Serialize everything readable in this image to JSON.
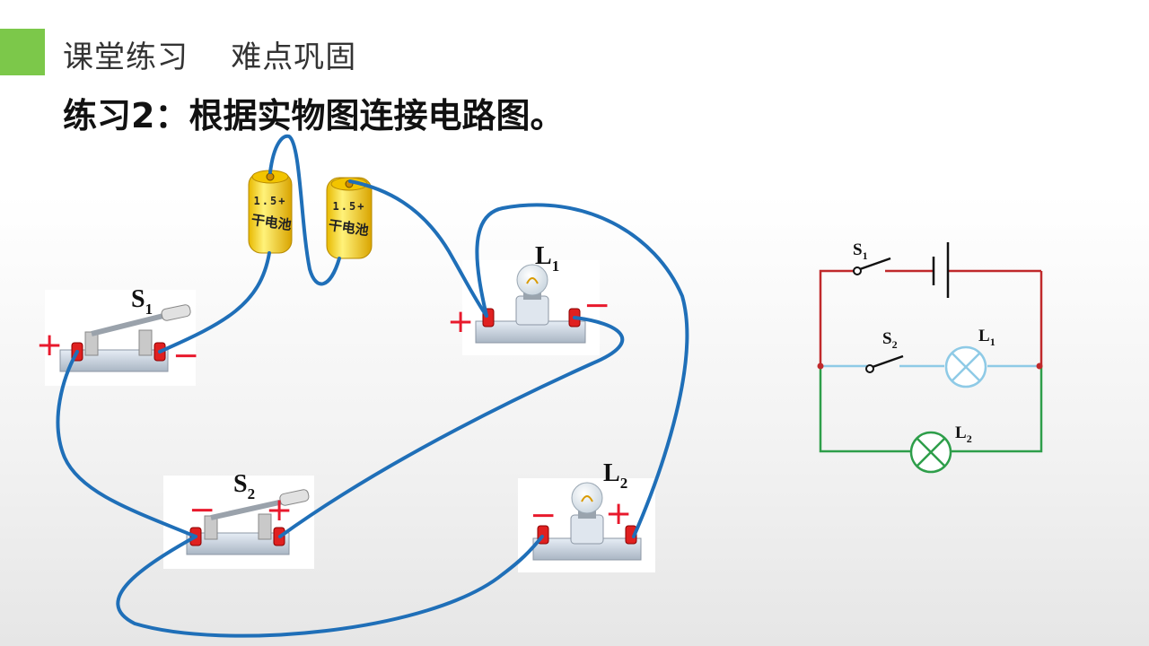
{
  "header": {
    "section_title": "课堂练习    难点巩固",
    "exercise_title": "练习2：根据实物图连接电路图。"
  },
  "physical_diagram": {
    "batteries": [
      {
        "top_text": "1.5+",
        "body_text": "干电池"
      },
      {
        "top_text": "1.5+",
        "body_text": "干电池"
      }
    ],
    "switch_s1": {
      "letter": "S",
      "sub": "1",
      "plus": "+",
      "minus": "−"
    },
    "switch_s2": {
      "letter": "S",
      "sub": "2",
      "plus": "+",
      "minus": "−"
    },
    "lamp_l1": {
      "letter": "L",
      "sub": "1",
      "plus": "+",
      "minus": "−"
    },
    "lamp_l2": {
      "letter": "L",
      "sub": "2",
      "plus": "+",
      "minus": "−"
    }
  },
  "schematic": {
    "s1": {
      "letter": "S",
      "sub": "1"
    },
    "s2": {
      "letter": "S",
      "sub": "2"
    },
    "l1": {
      "letter": "L",
      "sub": "1"
    },
    "l2": {
      "letter": "L",
      "sub": "2"
    }
  },
  "colors": {
    "accent": "#7cc84a",
    "wire": "#1f6fb8",
    "terminal_sign": "#e8192c",
    "schematic_main": "#c0292b",
    "schematic_branch1": "#8ecae6",
    "schematic_branch2": "#2e9e4a"
  }
}
